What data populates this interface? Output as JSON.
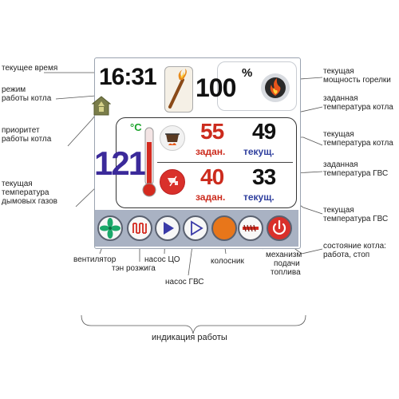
{
  "screen": {
    "time": "16:31",
    "power_value": "100",
    "power_unit": "%",
    "flue_temp": "121",
    "flue_unit": "°C",
    "boiler_set": "55",
    "boiler_current": "49",
    "dhw_set": "40",
    "dhw_current": "33",
    "set_label": "задан.",
    "current_label": "текущ."
  },
  "annotations": {
    "current_time": "текущее время",
    "boiler_mode_1": "режим",
    "boiler_mode_2": "работы котла",
    "priority_1": "приоритет",
    "priority_2": "работы котла",
    "flue_1": "текущая",
    "flue_2": "температура",
    "flue_3": "дымовых газов",
    "burner_power_1": "текущая",
    "burner_power_2": "мощность горелки",
    "boiler_set_1": "заданная",
    "boiler_set_2": "температура котла",
    "boiler_current_1": "текущая",
    "boiler_current_2": "температура котла",
    "dhw_set_1": "заданная",
    "dhw_set_2": "температура ГВС",
    "dhw_current_1": "текущая",
    "dhw_current_2": "температура ГВС",
    "state_1": "состояние котла:",
    "state_2": "работа, стоп",
    "fan": "вентилятор",
    "heater": "тэн розжига",
    "pump_co": "насос ЦО",
    "pump_dhw": "насос ГВС",
    "grate": "колосник",
    "feeder_1": "механизм",
    "feeder_2": "подачи",
    "feeder_3": "топлива",
    "work_indication": "индикация работы"
  },
  "colors": {
    "time": "#111111",
    "flue_temp": "#3b2a9a",
    "set_values": "#cc2b1d",
    "current_values": "#111111",
    "set_label": "#cc2b1d",
    "current_label": "#2f3f9e",
    "pump_arrow": "#3a3aa8",
    "grate": "#e8761a",
    "stop_button": "#d9302b",
    "fan_blade": "#1aa86a",
    "thermometer": "#d42a1f",
    "deg_c": "#1aa32a",
    "bottom_bar": "#a9b2c3"
  }
}
